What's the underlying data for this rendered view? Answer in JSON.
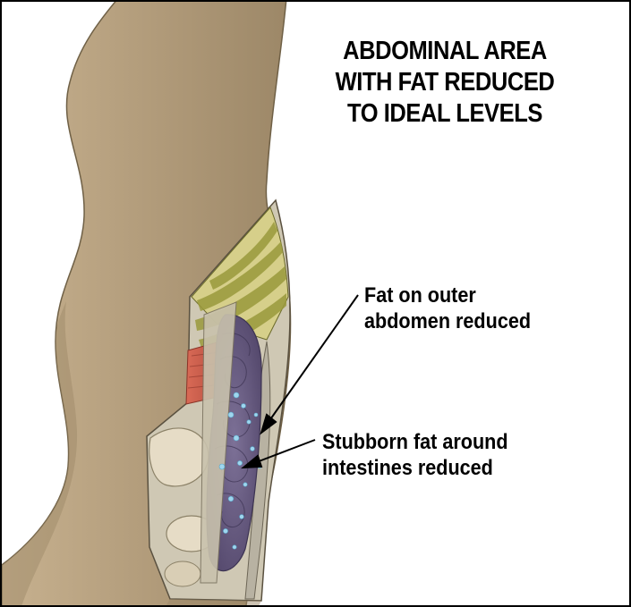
{
  "title": {
    "lines": [
      "ABDOMINAL AREA",
      "WITH FAT REDUCED",
      "TO IDEAL LEVELS"
    ]
  },
  "callouts": [
    {
      "lines": [
        "Fat on outer",
        "abdomen reduced"
      ]
    },
    {
      "lines": [
        "Stubborn fat around",
        "intestines reduced"
      ]
    }
  ],
  "colors": {
    "skin": "#b5a07f",
    "skin_shadow": "#8f7c5d",
    "rib_fill": "#d6cf8a",
    "rib_band": "#9a9a3c",
    "muscle": "#cc5a4a",
    "intestine": "#6c5f86",
    "fat_droplet": "#9fd6ee",
    "bone": "#e6dcc6",
    "tissue": "#b8b2a2",
    "border": "#000000"
  }
}
